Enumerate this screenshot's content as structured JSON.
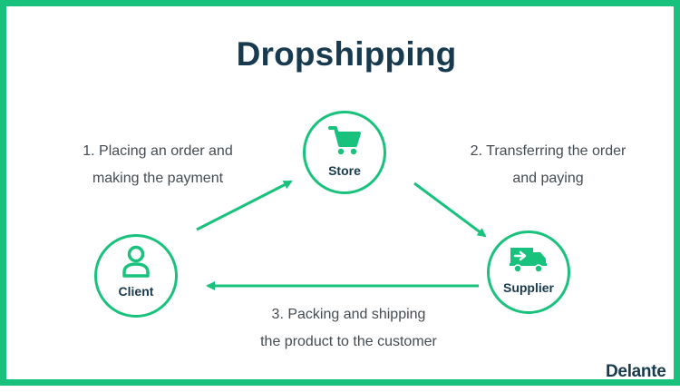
{
  "title": "Dropshipping",
  "nodes": {
    "store": {
      "label": "Store",
      "icon": "shopping-cart-icon"
    },
    "client": {
      "label": "Client",
      "icon": "person-icon"
    },
    "supplier": {
      "label": "Supplier",
      "icon": "delivery-truck-icon"
    }
  },
  "steps": [
    {
      "lines": [
        "1. Placing an order and",
        "making the payment"
      ]
    },
    {
      "lines": [
        "2. Transferring the order",
        "and paying"
      ]
    },
    {
      "lines": [
        "3. Packing and shipping",
        "the product to the customer"
      ]
    }
  ],
  "brand": "Delante",
  "colors": {
    "accent": "#19c27c",
    "text_dark": "#173a4e",
    "text_body": "#444c52"
  }
}
